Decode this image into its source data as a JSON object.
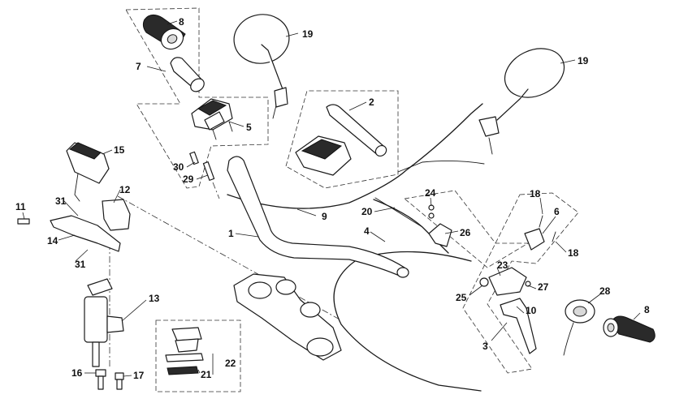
{
  "labels": {
    "p1": "1",
    "p2": "2",
    "p3": "3",
    "p4": "4",
    "p5": "5",
    "p6": "6",
    "p7": "7",
    "p8a": "8",
    "p8b": "8",
    "p9": "9",
    "p10": "10",
    "p11": "11",
    "p12": "12",
    "p13": "13",
    "p14": "14",
    "p15": "15",
    "p16": "16",
    "p17": "17",
    "p18a": "18",
    "p18b": "18",
    "p19a": "19",
    "p19b": "19",
    "p20": "20",
    "p21": "21",
    "p22": "22",
    "p23": "23",
    "p24": "24",
    "p25": "25",
    "p26": "26",
    "p27": "27",
    "p28": "28",
    "p29": "29",
    "p30": "30",
    "p31a": "31",
    "p31b": "31"
  },
  "colors": {
    "line": "#1a1a1a",
    "grip": "#2a2a2a",
    "background": "#ffffff"
  }
}
